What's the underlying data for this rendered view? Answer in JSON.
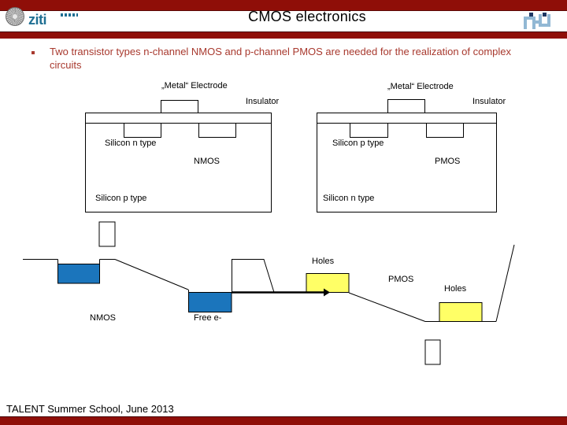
{
  "header": {
    "title": "CMOS electronics",
    "logo_left_text": "ziti"
  },
  "bullet": {
    "text": "Two transistor types n-channel NMOS and p-channel PMOS are needed for the realization of complex circuits"
  },
  "diagrams": {
    "nmos": {
      "electrode_label": "„Metal“ Electrode",
      "insulator_label": "Insulator",
      "region_label": "Silicon n type",
      "device_label": "NMOS",
      "substrate_label": "Silicon p type"
    },
    "pmos": {
      "electrode_label": "„Metal“ Electrode",
      "insulator_label": "Insulator",
      "region_label": "Silicon p type",
      "device_label": "PMOS",
      "substrate_label": "Silicon n type"
    }
  },
  "band": {
    "nmos_label": "NMOS",
    "free_electrons_label": "Free e-",
    "holes_label_left": "Holes",
    "pmos_label": "PMOS",
    "holes_label_right": "Holes"
  },
  "footer": {
    "text": "TALENT Summer School, June 2013"
  },
  "colors": {
    "bar_red": "#8f0e08",
    "bullet_text_red": "#a8392e",
    "ziti_teal": "#1f6f93",
    "electron_blue": "#1b75bc",
    "hole_yellow": "#ffff66",
    "logo_light_blue": "#92b8d4",
    "logo_dark_blue": "#1f3864"
  }
}
